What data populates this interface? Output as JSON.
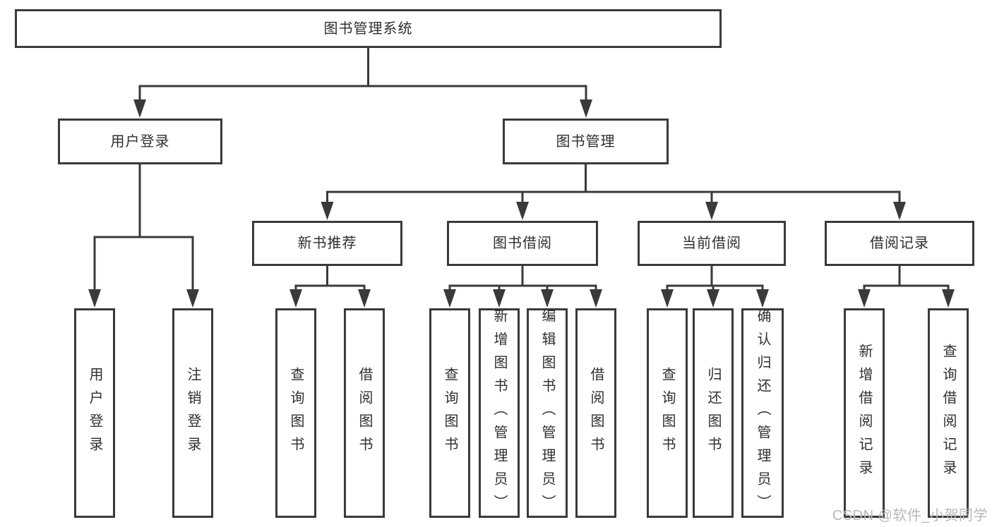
{
  "diagram": {
    "root": "图书管理系统",
    "branches": [
      {
        "label": "用户登录",
        "children": [
          {
            "label": "用户登录"
          },
          {
            "label": "注销登录"
          }
        ]
      },
      {
        "label": "图书管理",
        "children": [
          {
            "label": "新书推荐",
            "children": [
              {
                "label": "查询图书"
              },
              {
                "label": "借阅图书"
              }
            ]
          },
          {
            "label": "图书借阅",
            "children": [
              {
                "label": "查询图书"
              },
              {
                "label": "新增图书（管理员）"
              },
              {
                "label": "编辑图书（管理员）"
              },
              {
                "label": "借阅图书"
              }
            ]
          },
          {
            "label": "当前借阅",
            "children": [
              {
                "label": "查询图书"
              },
              {
                "label": "归还图书"
              },
              {
                "label": "确认归还（管理员）"
              }
            ]
          },
          {
            "label": "借阅记录",
            "children": [
              {
                "label": "新增借阅记录"
              },
              {
                "label": "查询借阅记录"
              }
            ]
          }
        ]
      }
    ]
  },
  "watermark": {
    "text": "CSDN @软件_小贺同学"
  },
  "colors": {
    "line": "#3a3a3a",
    "box_background": "#ffffff",
    "text": "#2f2f2f",
    "watermark": "#b9b9b9"
  }
}
